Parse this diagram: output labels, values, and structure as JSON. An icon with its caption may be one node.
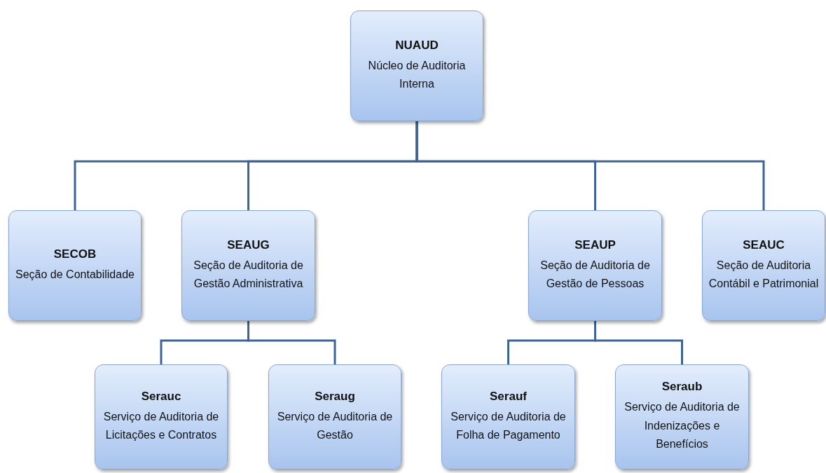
{
  "diagram": {
    "nodes": [
      {
        "text": [
          "NUAUD",
          "Núcleo de Auditoria Interna"
        ]
      },
      {
        "text": [
          "SECOB",
          "Seção de Contabilidade"
        ]
      },
      {
        "text": [
          "SEAUG",
          "Seção de Auditoria de Gestão Administrativa"
        ]
      },
      {
        "text": [
          "SEAUP",
          "Seção de Auditoria de Gestão de Pessoas"
        ]
      },
      {
        "text": [
          "SEAUC",
          "Seção de Auditoria Contábil e Patrimonial"
        ]
      },
      {
        "text": [
          "Serauc",
          "Serviço de Auditoria de Licitações e Contratos"
        ]
      },
      {
        "text": [
          "Seraug",
          "Serviço de Auditoria de Gestão"
        ]
      },
      {
        "text": [
          "Serauf",
          "Serviço de Auditoria de Folha de Pagamento"
        ]
      },
      {
        "text": [
          "Seraub",
          "Serviço de Auditoria de Indenizações e Benefícios"
        ]
      }
    ],
    "edges": [
      {
        "from": 0,
        "to": 1,
        "arrow": "none"
      },
      {
        "from": 0,
        "to": 2,
        "arrow": "none"
      },
      {
        "from": 0,
        "to": 3,
        "arrow": "none"
      },
      {
        "from": 0,
        "to": 4,
        "arrow": "none"
      },
      {
        "from": 2,
        "to": 5,
        "arrow": "none"
      },
      {
        "from": 2,
        "to": 6,
        "arrow": "none"
      },
      {
        "from": 3,
        "to": 7,
        "arrow": "none"
      },
      {
        "from": 3,
        "to": 8,
        "arrow": "none"
      }
    ]
  }
}
